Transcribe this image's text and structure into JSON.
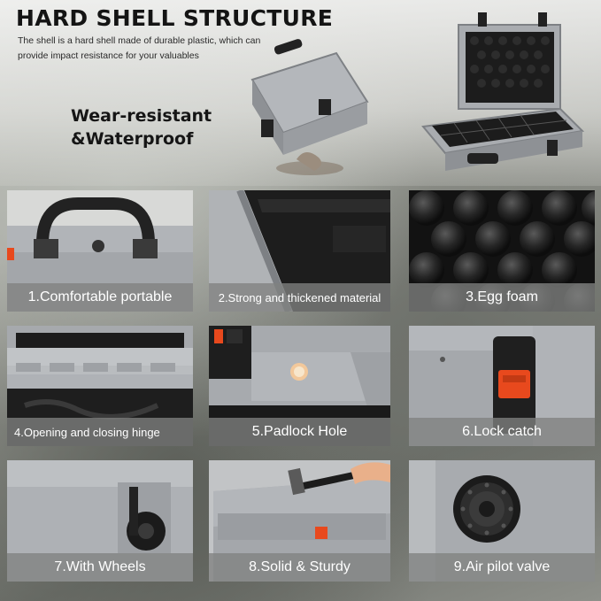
{
  "header": {
    "title": "HARD SHELL STRUCTURE",
    "subtitle": "The shell is a hard shell made of durable plastic, which can provide impact resistance for your valuables",
    "feature_line1": "Wear-resistant",
    "feature_line2": "&Waterproof"
  },
  "features": [
    {
      "label": "1.Comfortable portable",
      "icon": "handle-image"
    },
    {
      "label": "2.Strong and thickened material",
      "icon": "shell-edge-image"
    },
    {
      "label": "3.Egg foam",
      "icon": "egg-foam-image"
    },
    {
      "label": "4.Opening and closing hinge",
      "icon": "hinge-image"
    },
    {
      "label": "5.Padlock Hole",
      "icon": "padlock-hole-image"
    },
    {
      "label": "6.Lock catch",
      "icon": "lock-catch-image"
    },
    {
      "label": "7.With Wheels",
      "icon": "wheel-image"
    },
    {
      "label": "8.Solid & Sturdy",
      "icon": "hammer-image"
    },
    {
      "label": "9.Air pilot valve",
      "icon": "valve-image"
    }
  ],
  "colors": {
    "case_gray": "#a9acb0",
    "foam_black": "#1a1a1a",
    "latch_orange": "#e8491d",
    "handle_black": "#222222"
  }
}
